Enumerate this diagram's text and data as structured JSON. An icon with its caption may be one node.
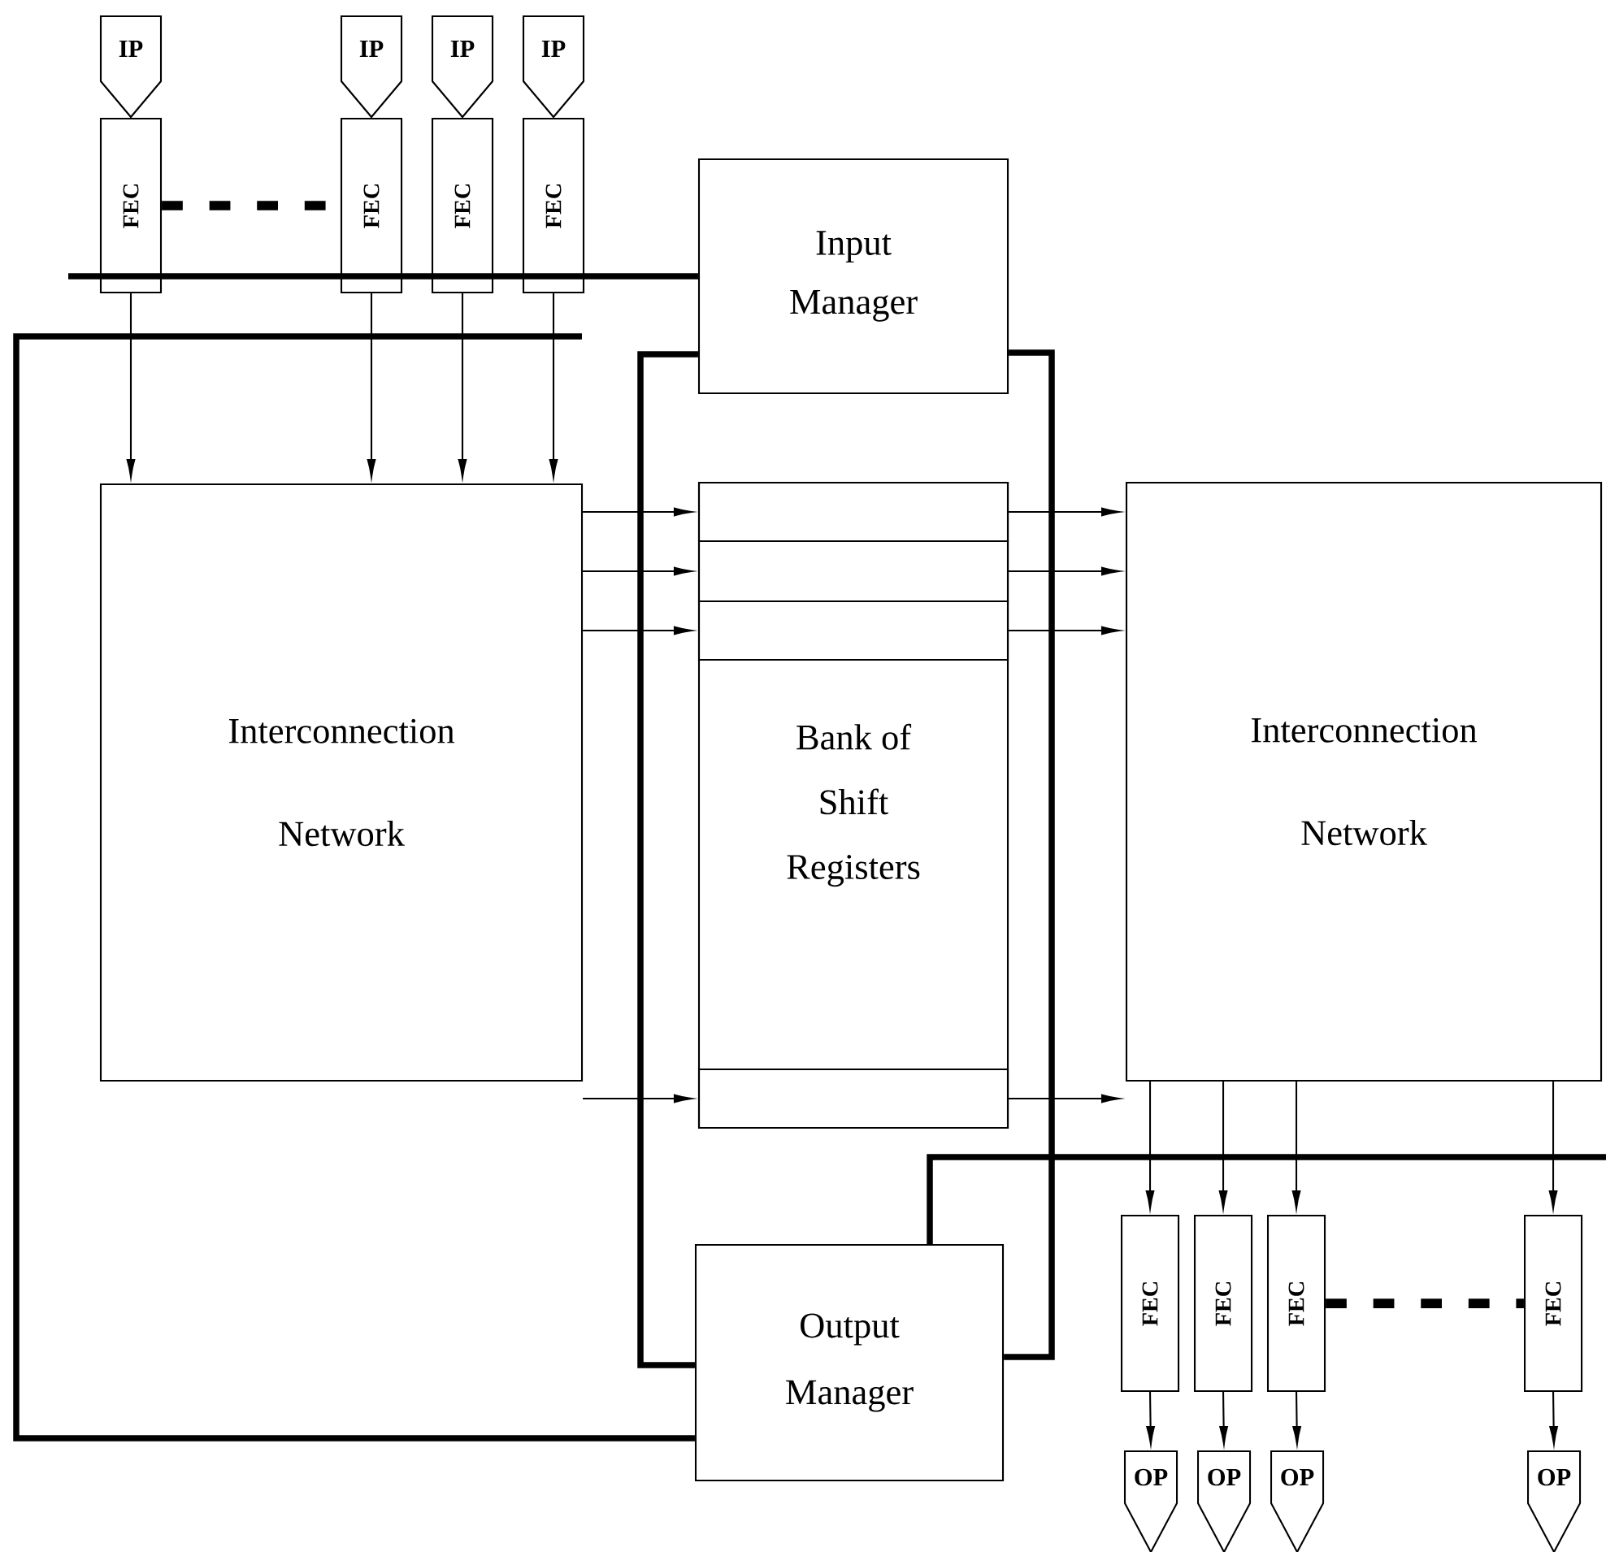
{
  "diagram": {
    "nodes": [
      {
        "text": [
          "IP"
        ]
      },
      {
        "text": [
          "IP"
        ]
      },
      {
        "text": [
          "IP"
        ]
      },
      {
        "text": [
          "IP"
        ]
      },
      {
        "text": [
          "FEC"
        ]
      },
      {
        "text": [
          "FEC"
        ]
      },
      {
        "text": [
          "FEC"
        ]
      },
      {
        "text": [
          "FEC"
        ]
      },
      {
        "text": [
          "Input Manager"
        ]
      },
      {
        "text": [
          "Interconnection Network"
        ]
      },
      {
        "text": [
          "Bank of Shift Registers"
        ]
      },
      {
        "text": [],
        "shape": "box",
        "in": 10
      },
      {
        "text": [],
        "shape": "box",
        "in": 10
      },
      {
        "text": [],
        "shape": "box",
        "in": 10
      },
      {
        "text": [],
        "shape": "box",
        "in": 10
      },
      {
        "text": [
          "Interconnection Network"
        ]
      },
      {
        "text": [
          "Output Manager"
        ]
      },
      {
        "text": [
          "FEC"
        ]
      },
      {
        "text": [
          "FEC"
        ]
      },
      {
        "text": [
          "FEC"
        ]
      },
      {
        "text": [
          "FEC"
        ]
      },
      {
        "text": [
          "OP"
        ]
      },
      {
        "text": [
          "OP"
        ]
      },
      {
        "text": [
          "OP"
        ]
      },
      {
        "text": [
          "OP"
        ]
      }
    ],
    "edges": [
      {
        "from": 4,
        "to": 9,
        "arrow": "to"
      },
      {
        "from": 5,
        "to": 9,
        "arrow": "to"
      },
      {
        "from": 6,
        "to": 9,
        "arrow": "to"
      },
      {
        "from": 7,
        "to": 9,
        "arrow": "to"
      },
      {
        "from": 4,
        "to": 5,
        "arrow": "none",
        "style": "dashed"
      },
      {
        "from": 9,
        "to": 11,
        "arrow": "to"
      },
      {
        "from": 9,
        "to": 12,
        "arrow": "to"
      },
      {
        "from": 9,
        "to": 13,
        "arrow": "to"
      },
      {
        "from": 9,
        "to": 14,
        "arrow": "to"
      },
      {
        "from": 11,
        "to": 15,
        "arrow": "to"
      },
      {
        "from": 12,
        "to": 15,
        "arrow": "to"
      },
      {
        "from": 13,
        "to": 15,
        "arrow": "to"
      },
      {
        "from": 14,
        "to": 15,
        "arrow": "to"
      },
      {
        "from": 15,
        "to": 17,
        "arrow": "to"
      },
      {
        "from": 15,
        "to": 18,
        "arrow": "to"
      },
      {
        "from": 15,
        "to": 19,
        "arrow": "to"
      },
      {
        "from": 15,
        "to": 20,
        "arrow": "to"
      },
      {
        "from": 19,
        "to": 20,
        "arrow": "none",
        "style": "dashed"
      },
      {
        "from": 17,
        "to": 21,
        "arrow": "to"
      },
      {
        "from": 18,
        "to": 22,
        "arrow": "to"
      },
      {
        "from": 19,
        "to": 23,
        "arrow": "to"
      },
      {
        "from": 20,
        "to": 24,
        "arrow": "to"
      },
      {
        "from": null,
        "to": 8,
        "arrow": "none",
        "style": "thick"
      },
      {
        "from": 8,
        "to": 16,
        "arrow": "none",
        "style": "thick"
      },
      {
        "from": 8,
        "to": 16,
        "arrow": "none",
        "style": "thick"
      },
      {
        "from": 16,
        "to": null,
        "arrow": "none",
        "style": "thick"
      },
      {
        "from": 16,
        "to": null,
        "arrow": "none",
        "style": "thick"
      }
    ]
  }
}
